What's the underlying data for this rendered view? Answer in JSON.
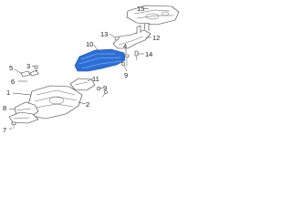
{
  "diagram": {
    "highlight_color": "#2d6fd6",
    "callouts": [
      {
        "id": "c1",
        "text": "1"
      },
      {
        "id": "c2",
        "text": "2"
      },
      {
        "id": "c3",
        "text": "3"
      },
      {
        "id": "c4",
        "text": "4"
      },
      {
        "id": "c5",
        "text": "5"
      },
      {
        "id": "c6",
        "text": "6"
      },
      {
        "id": "c7",
        "text": "7"
      },
      {
        "id": "c8",
        "text": "8"
      },
      {
        "id": "c9",
        "text": "9"
      },
      {
        "id": "c10",
        "text": "10"
      },
      {
        "id": "c11",
        "text": "11"
      },
      {
        "id": "c12",
        "text": "12"
      },
      {
        "id": "c13",
        "text": "13"
      },
      {
        "id": "c14",
        "text": "14"
      },
      {
        "id": "c15",
        "text": "15"
      }
    ]
  }
}
